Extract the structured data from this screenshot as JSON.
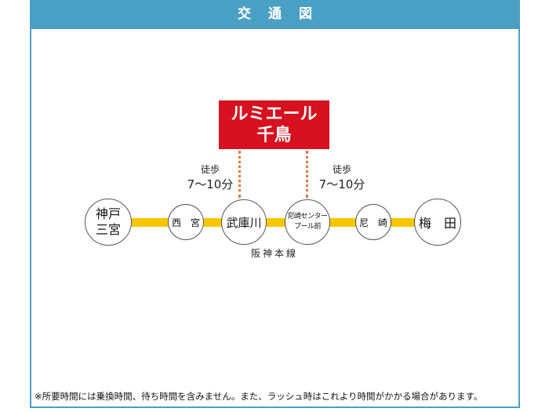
{
  "header": {
    "title": "交通図"
  },
  "destination": {
    "line1": "ルミエール",
    "line2": "千鳥"
  },
  "walks": [
    {
      "label": "徒歩",
      "time": "7〜10分"
    },
    {
      "label": "徒歩",
      "time": "7〜10分"
    }
  ],
  "stations": [
    {
      "line1": "神戸",
      "line2": "三宮"
    },
    {
      "line1": "西　宮",
      "line2": ""
    },
    {
      "line1": "武庫川",
      "line2": ""
    },
    {
      "line1": "尼崎センター",
      "line2": "プール前"
    },
    {
      "line1": "尼　崎",
      "line2": ""
    },
    {
      "line1": "梅　田",
      "line2": ""
    }
  ],
  "line_name": "阪神本線",
  "footnote": "※所要時間には乗換時間、待ち時間を含みません。また、ラッシュ時はこれより時間がかかる場合があります。",
  "colors": {
    "header": "#4aa0c4",
    "destination": "#d7111f",
    "line": "#f7c600",
    "walk_path": "#e2773a"
  }
}
